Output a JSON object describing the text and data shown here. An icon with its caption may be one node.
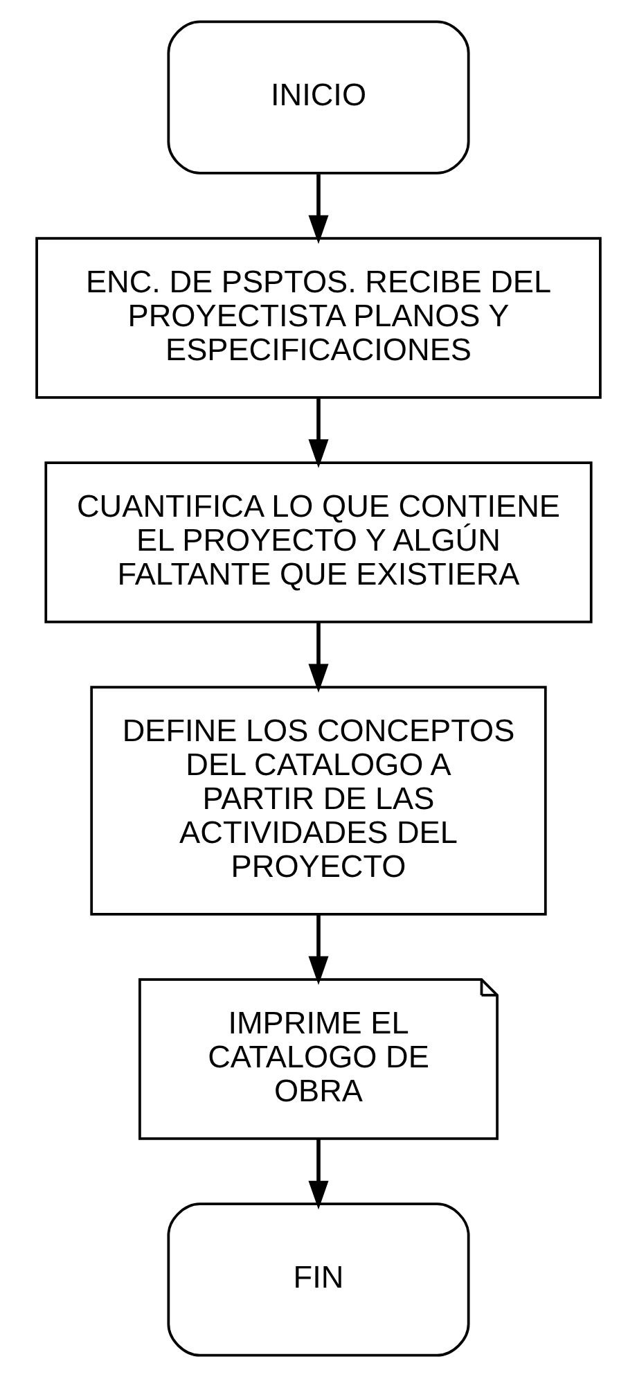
{
  "diagram": {
    "nodes": [
      {
        "text": [
          "INICIO"
        ]
      },
      {
        "text": [
          "ENC. DE PSPTOS. RECIBE DEL PROYECTISTA PLANOS Y ESPECIFICACIONES"
        ]
      },
      {
        "text": [
          "CUANTIFICA LO QUE CONTIENE EL PROYECTO Y ALGÚN FALTANTE QUE EXISTIERA"
        ]
      },
      {
        "text": [
          "DEFINE LOS CONCEPTOS DEL CATALOGO A PARTIR DE LAS ACTIVIDADES DEL PROYECTO"
        ]
      },
      {
        "text": [
          "IMPRIME EL CATALOGO DE OBRA"
        ]
      },
      {
        "text": [
          "FIN"
        ]
      }
    ],
    "edges": [
      {
        "from": 0,
        "to": 1,
        "arrow": "to"
      },
      {
        "from": 1,
        "to": 2,
        "arrow": "to"
      },
      {
        "from": 2,
        "to": 3,
        "arrow": "to"
      },
      {
        "from": 3,
        "to": 4,
        "arrow": "to"
      },
      {
        "from": 4,
        "to": 5,
        "arrow": "to"
      }
    ]
  }
}
